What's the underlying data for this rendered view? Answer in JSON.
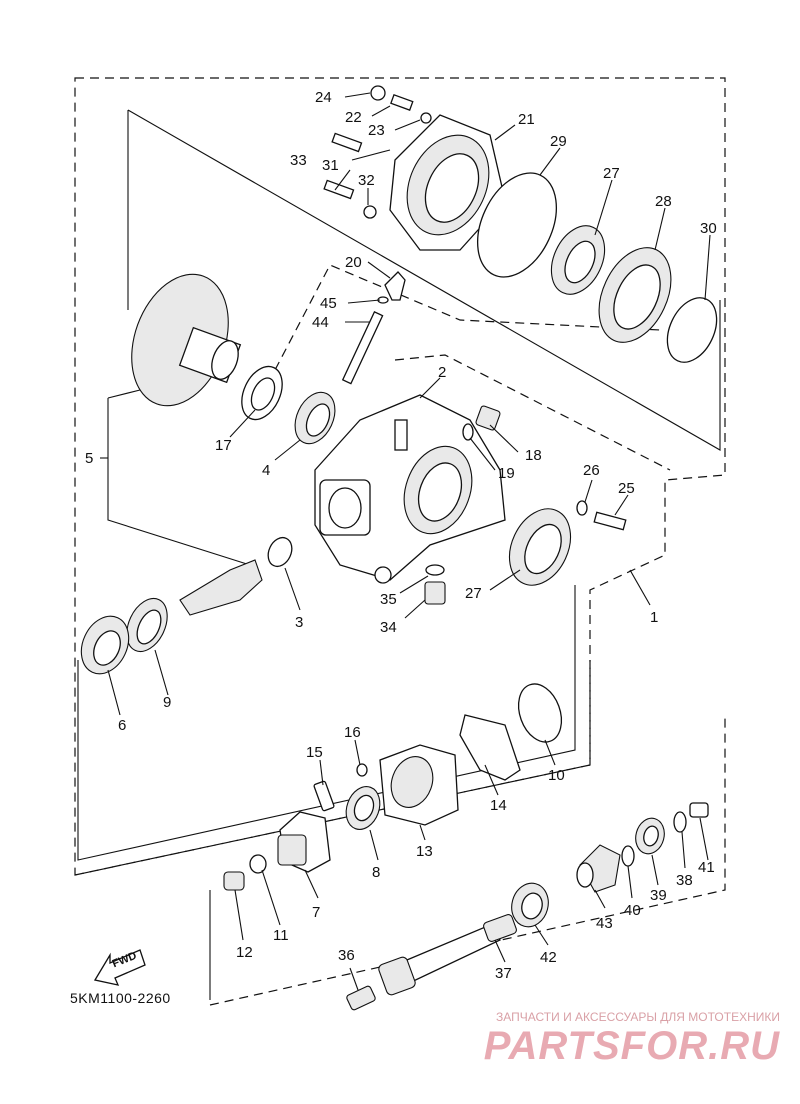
{
  "diagram": {
    "code": "5KM1100-2260",
    "fwd_label": "FWD",
    "callouts": [
      {
        "id": "c24",
        "text": "24"
      },
      {
        "id": "c22",
        "text": "22"
      },
      {
        "id": "c23",
        "text": "23"
      },
      {
        "id": "c21",
        "text": "21"
      },
      {
        "id": "c33",
        "text": "33"
      },
      {
        "id": "c31",
        "text": "31"
      },
      {
        "id": "c32",
        "text": "32"
      },
      {
        "id": "c29",
        "text": "29"
      },
      {
        "id": "c27a",
        "text": "27"
      },
      {
        "id": "c28",
        "text": "28"
      },
      {
        "id": "c30",
        "text": "30"
      },
      {
        "id": "c20",
        "text": "20"
      },
      {
        "id": "c45",
        "text": "45"
      },
      {
        "id": "c44",
        "text": "44"
      },
      {
        "id": "c2",
        "text": "2"
      },
      {
        "id": "c18",
        "text": "18"
      },
      {
        "id": "c19",
        "text": "19"
      },
      {
        "id": "c17",
        "text": "17"
      },
      {
        "id": "c4",
        "text": "4"
      },
      {
        "id": "c5",
        "text": "5"
      },
      {
        "id": "c26",
        "text": "26"
      },
      {
        "id": "c25",
        "text": "25"
      },
      {
        "id": "c35",
        "text": "35"
      },
      {
        "id": "c27b",
        "text": "27"
      },
      {
        "id": "c34",
        "text": "34"
      },
      {
        "id": "c3",
        "text": "3"
      },
      {
        "id": "c1",
        "text": "1"
      },
      {
        "id": "c6",
        "text": "6"
      },
      {
        "id": "c9",
        "text": "9"
      },
      {
        "id": "c10",
        "text": "10"
      },
      {
        "id": "c16",
        "text": "16"
      },
      {
        "id": "c15",
        "text": "15"
      },
      {
        "id": "c14",
        "text": "14"
      },
      {
        "id": "c13",
        "text": "13"
      },
      {
        "id": "c8",
        "text": "8"
      },
      {
        "id": "c7",
        "text": "7"
      },
      {
        "id": "c11",
        "text": "11"
      },
      {
        "id": "c12",
        "text": "12"
      },
      {
        "id": "c41",
        "text": "41"
      },
      {
        "id": "c38",
        "text": "38"
      },
      {
        "id": "c39",
        "text": "39"
      },
      {
        "id": "c40",
        "text": "40"
      },
      {
        "id": "c43",
        "text": "43"
      },
      {
        "id": "c42",
        "text": "42"
      },
      {
        "id": "c36",
        "text": "36"
      },
      {
        "id": "c37",
        "text": "37"
      }
    ]
  },
  "watermark": {
    "tagline": "ЗАПЧАСТИ И АКСЕССУАРЫ ДЛЯ МОТОТЕХНИКИ",
    "logo": "PARTSFOR.RU"
  },
  "colors": {
    "ink": "#111111",
    "watermark": "#e8aab2"
  }
}
